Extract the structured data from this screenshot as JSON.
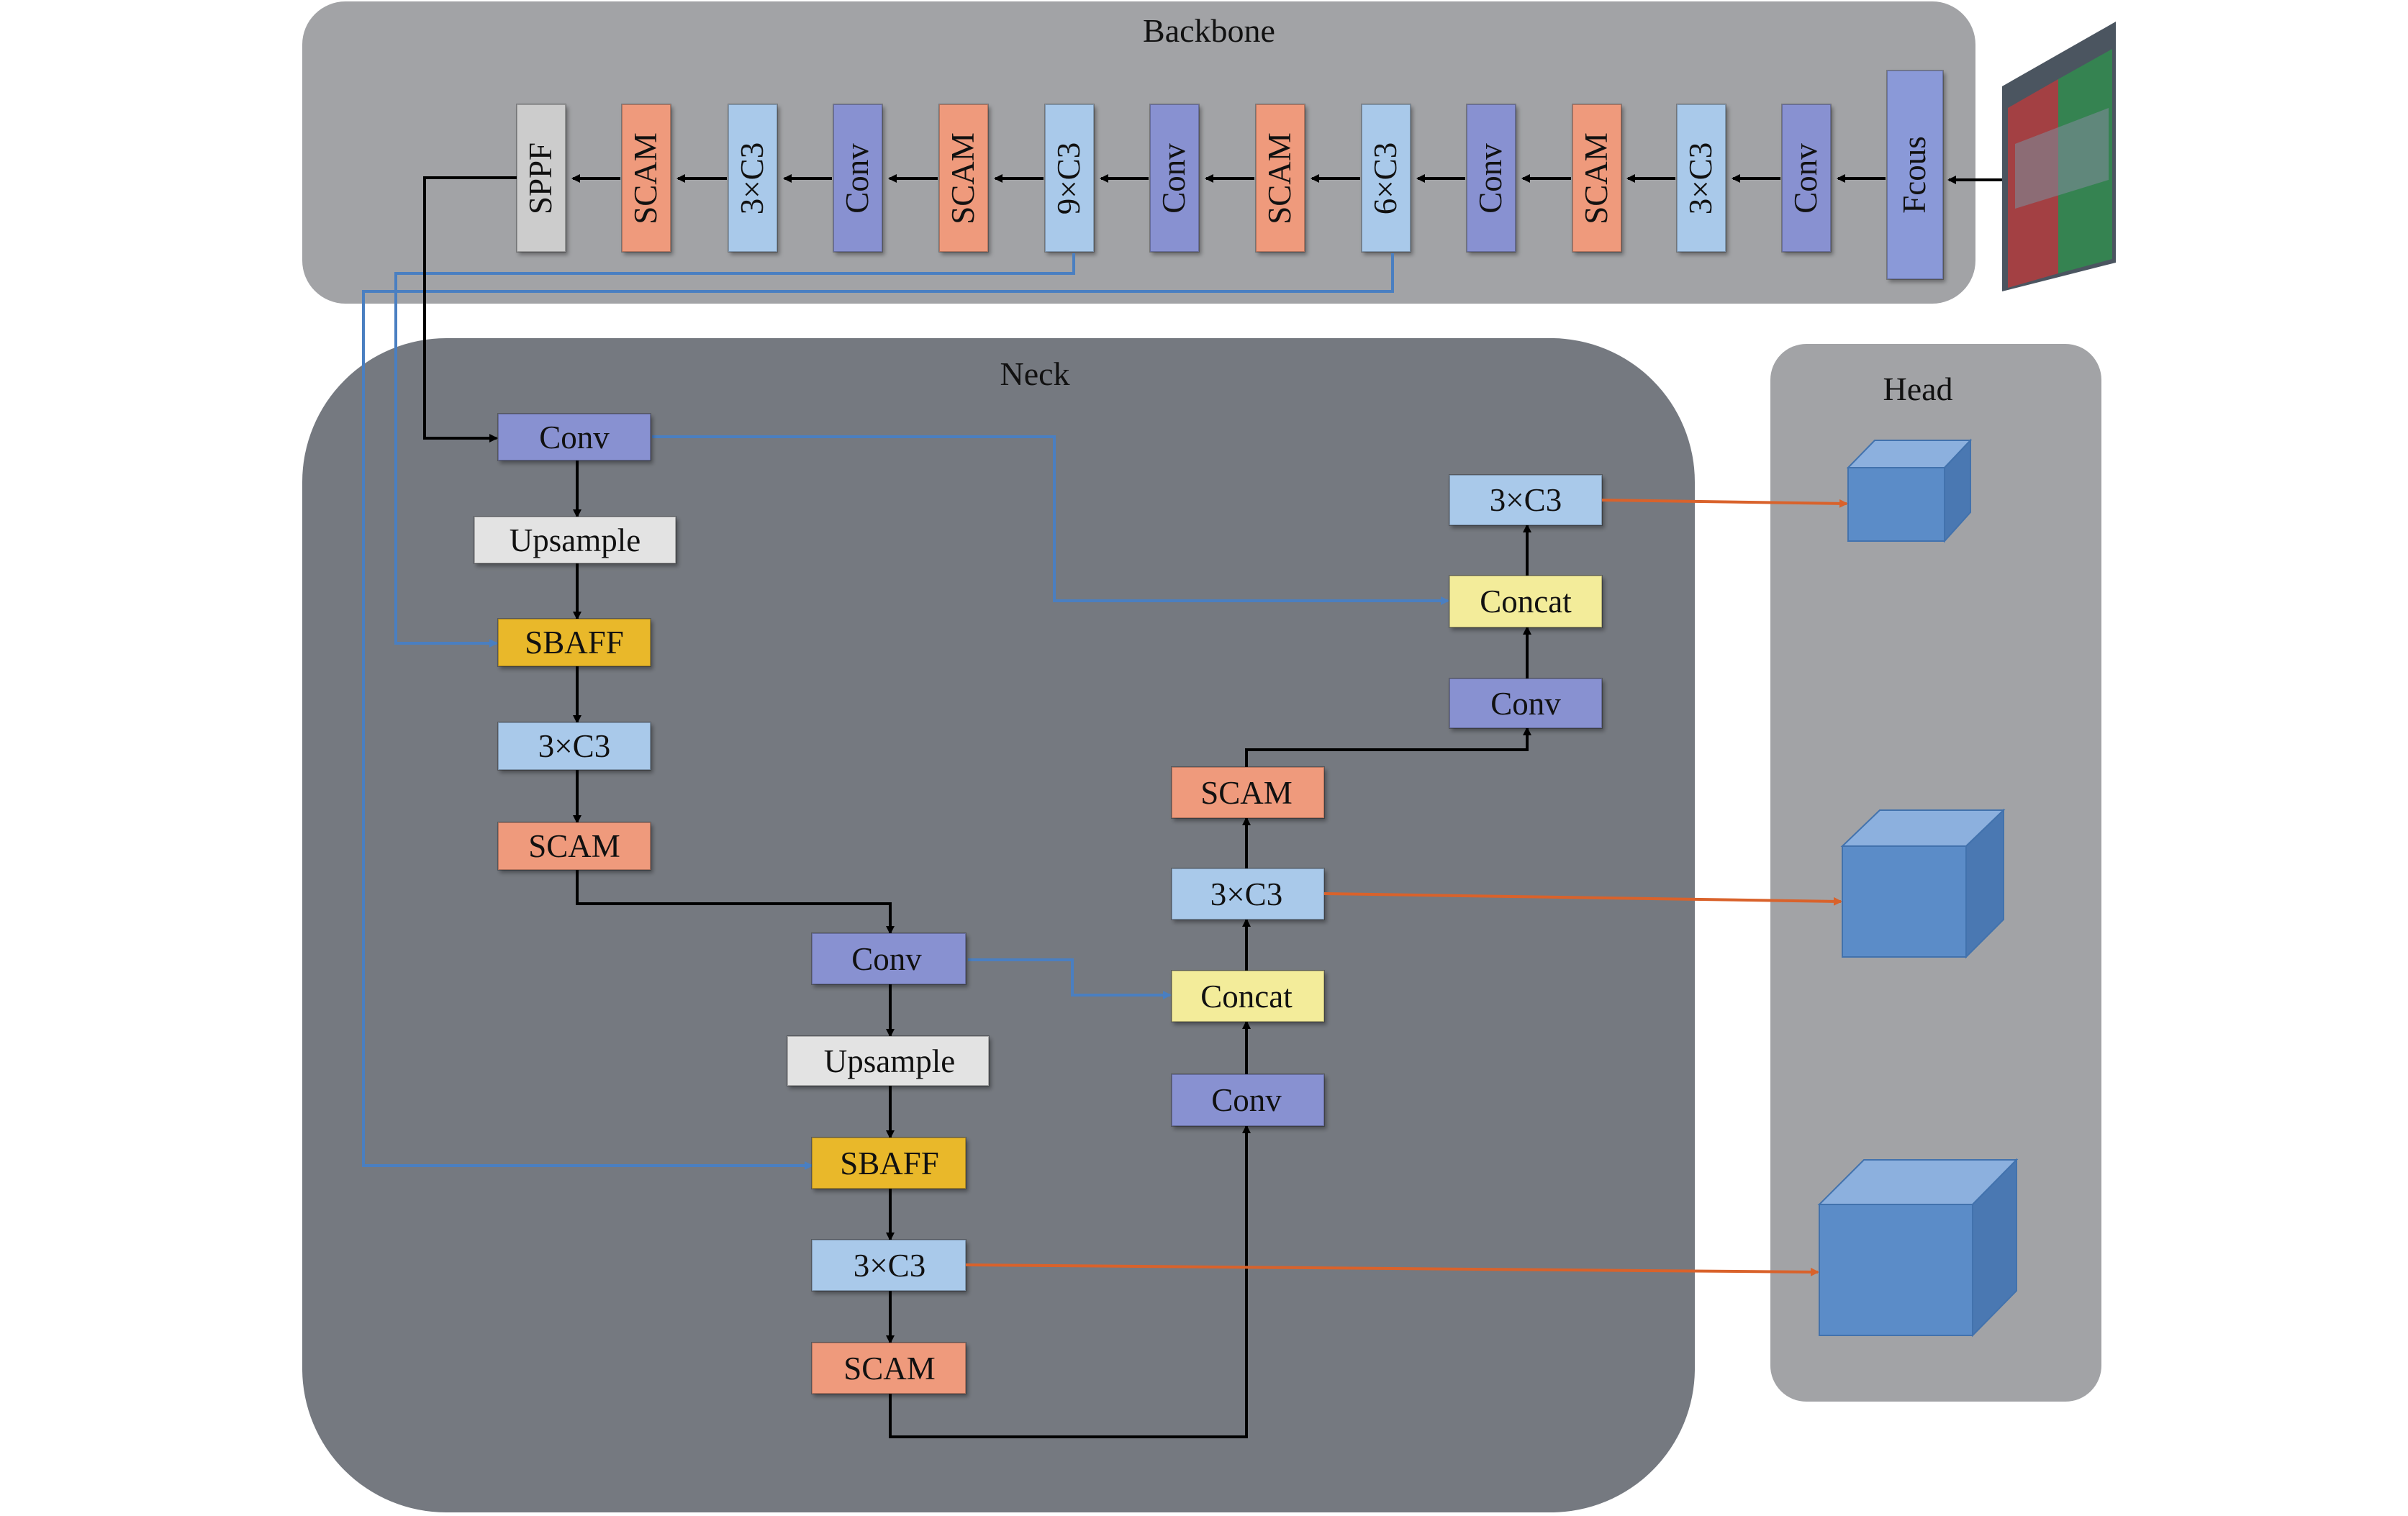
{
  "panels": {
    "backbone": "Backbone",
    "neck": "Neck",
    "head": "Head"
  },
  "backbone": {
    "blocks": [
      "SPPF",
      "SCAM",
      "3×C3",
      "Conv",
      "SCAM",
      "9×C3",
      "Conv",
      "SCAM",
      "6×C3",
      "Conv",
      "SCAM",
      "3×C3",
      "Conv",
      "Fcous"
    ]
  },
  "neck": {
    "conv_top": "Conv",
    "upsample_top": "Upsample",
    "sbaff_top": "SBAFF",
    "c3_top": "3×C3",
    "scam_top": "SCAM",
    "conv_mid": "Conv",
    "upsample_mid": "Upsample",
    "sbaff_mid": "SBAFF",
    "c3_bottom": "3×C3",
    "scam_bottom": "SCAM",
    "conv_up1": "Conv",
    "concat_1": "Concat",
    "c3_mid_out": "3×C3",
    "scam_up": "SCAM",
    "conv_up2": "Conv",
    "concat_2": "Concat",
    "c3_top_out": "3×C3"
  },
  "colors": {
    "conv": "#8891d1",
    "c3": "#a9c9ea",
    "scam": "#ef9a7c",
    "sppf": "#cccccc",
    "upsample": "#e3e3e3",
    "sbaff": "#e9b82b",
    "concat": "#f3ec9a",
    "head_cube": "#5b8cc8",
    "skip_line": "#4a7fc1",
    "head_line": "#d9622b"
  }
}
